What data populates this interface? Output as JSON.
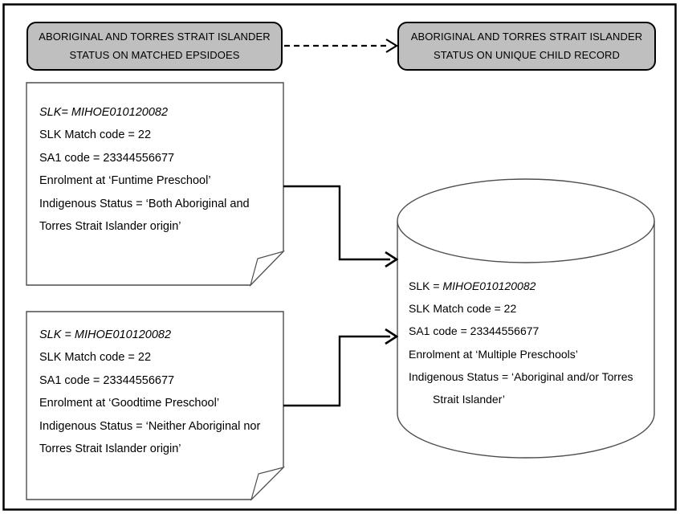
{
  "nodes": {
    "matched_episodes": {
      "line1": "ABORIGINAL AND TORRES STRAIT ISLANDER",
      "line2": "STATUS ON MATCHED EPSIDOES"
    },
    "unique_child_record": {
      "line1": "ABORIGINAL AND TORRES STRAIT ISLANDER",
      "line2": "STATUS ON UNIQUE CHILD RECORD"
    }
  },
  "episode1": {
    "slk": "SLK= MIHOE010120082",
    "match_code": "SLK Match code = 22",
    "sa1": "SA1 code = 23344556677",
    "enrolment": "Enrolment at ‘Funtime Preschool’",
    "status_line1": "Indigenous Status = ‘Both Aboriginal and",
    "status_line2": "Torres Strait Islander origin’"
  },
  "episode2": {
    "slk": "SLK = MIHOE010120082",
    "match_code": "SLK Match code = 22",
    "sa1": "SA1 code = 23344556677",
    "enrolment": "Enrolment at ‘Goodtime Preschool’",
    "status_line1": "Indigenous Status = ‘Neither Aboriginal nor",
    "status_line2": "Torres Strait Islander origin’"
  },
  "unique_record": {
    "slk_label": "SLK = ",
    "slk_value": "MIHOE010120082",
    "match_code": "SLK Match code = 22",
    "sa1": "SA1 code = 23344556677",
    "enrolment": "Enrolment at ‘Multiple Preschools’",
    "status_line1": "Indigenous Status = ‘Aboriginal and/or Torres",
    "status_line2": "Strait Islander’"
  },
  "colors": {
    "terminator_fill": "#bfbfbf",
    "outline_black": "#000000",
    "shape_stroke": "#4d4d4d",
    "background": "#ffffff"
  }
}
